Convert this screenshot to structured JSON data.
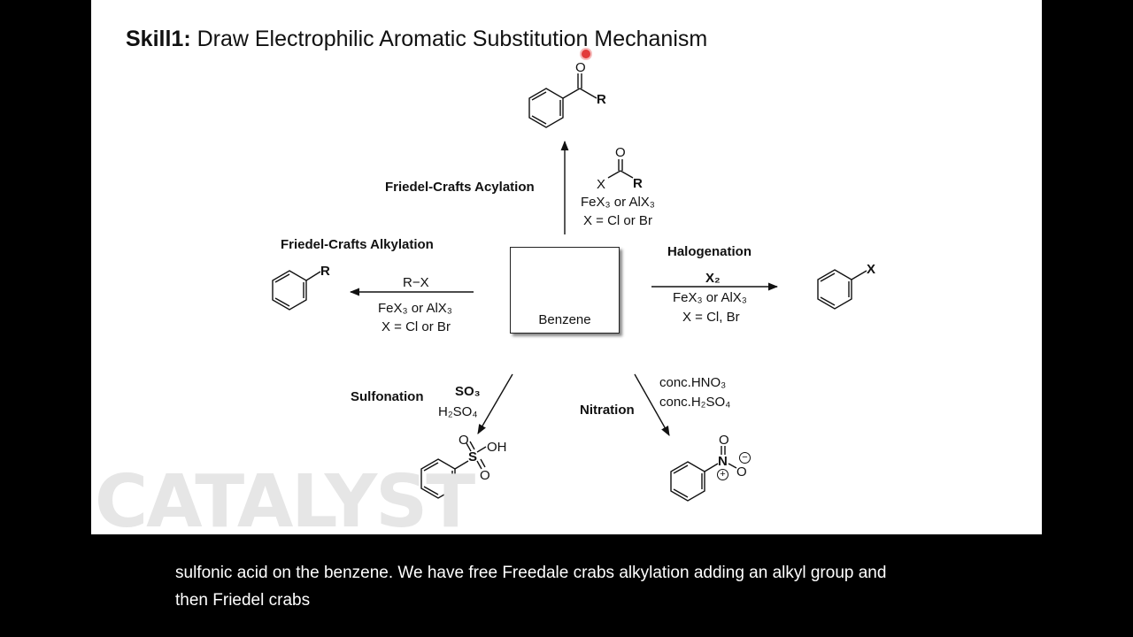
{
  "title": {
    "bold": "Skill1:",
    "rest": " Draw Electrophilic Aromatic Substitution Mechanism"
  },
  "center": {
    "label": "Benzene"
  },
  "acylation": {
    "name": "Friedel-Crafts Acylation",
    "reagent_O": "O",
    "reagent_X": "X",
    "reagent_R": "R",
    "catalyst": "FeX₃ or AlX₃",
    "condition": "X = Cl or Br",
    "product_O": "O",
    "product_R": "R"
  },
  "alkylation": {
    "name": "Friedel-Crafts Alkylation",
    "reagent": "R−X",
    "catalyst": "FeX₃ or AlX₃",
    "condition": "X = Cl or Br",
    "product_R": "R"
  },
  "halogenation": {
    "name": "Halogenation",
    "reagent": "X₂",
    "catalyst": "FeX₃ or AlX₃",
    "condition": "X = Cl, Br",
    "product_X": "X"
  },
  "sulfonation": {
    "name": "Sulfonation",
    "reagent1": "SO₃",
    "reagent2": "H₂SO₄",
    "S": "S",
    "O1": "O",
    "O2": "O",
    "OH": "OH"
  },
  "nitration": {
    "name": "Nitration",
    "reagent1": "conc.HNO₃",
    "reagent2": "conc.H₂SO₄",
    "N": "N",
    "O1": "O",
    "O2": "O",
    "plus": "+",
    "minus": "−"
  },
  "watermark": "CATALYST",
  "subtitles": {
    "line1": "sulfonic acid on the benzene. We have free Freedale crabs alkylation adding an alkyl group and",
    "line2": "then Friedel crabs"
  }
}
